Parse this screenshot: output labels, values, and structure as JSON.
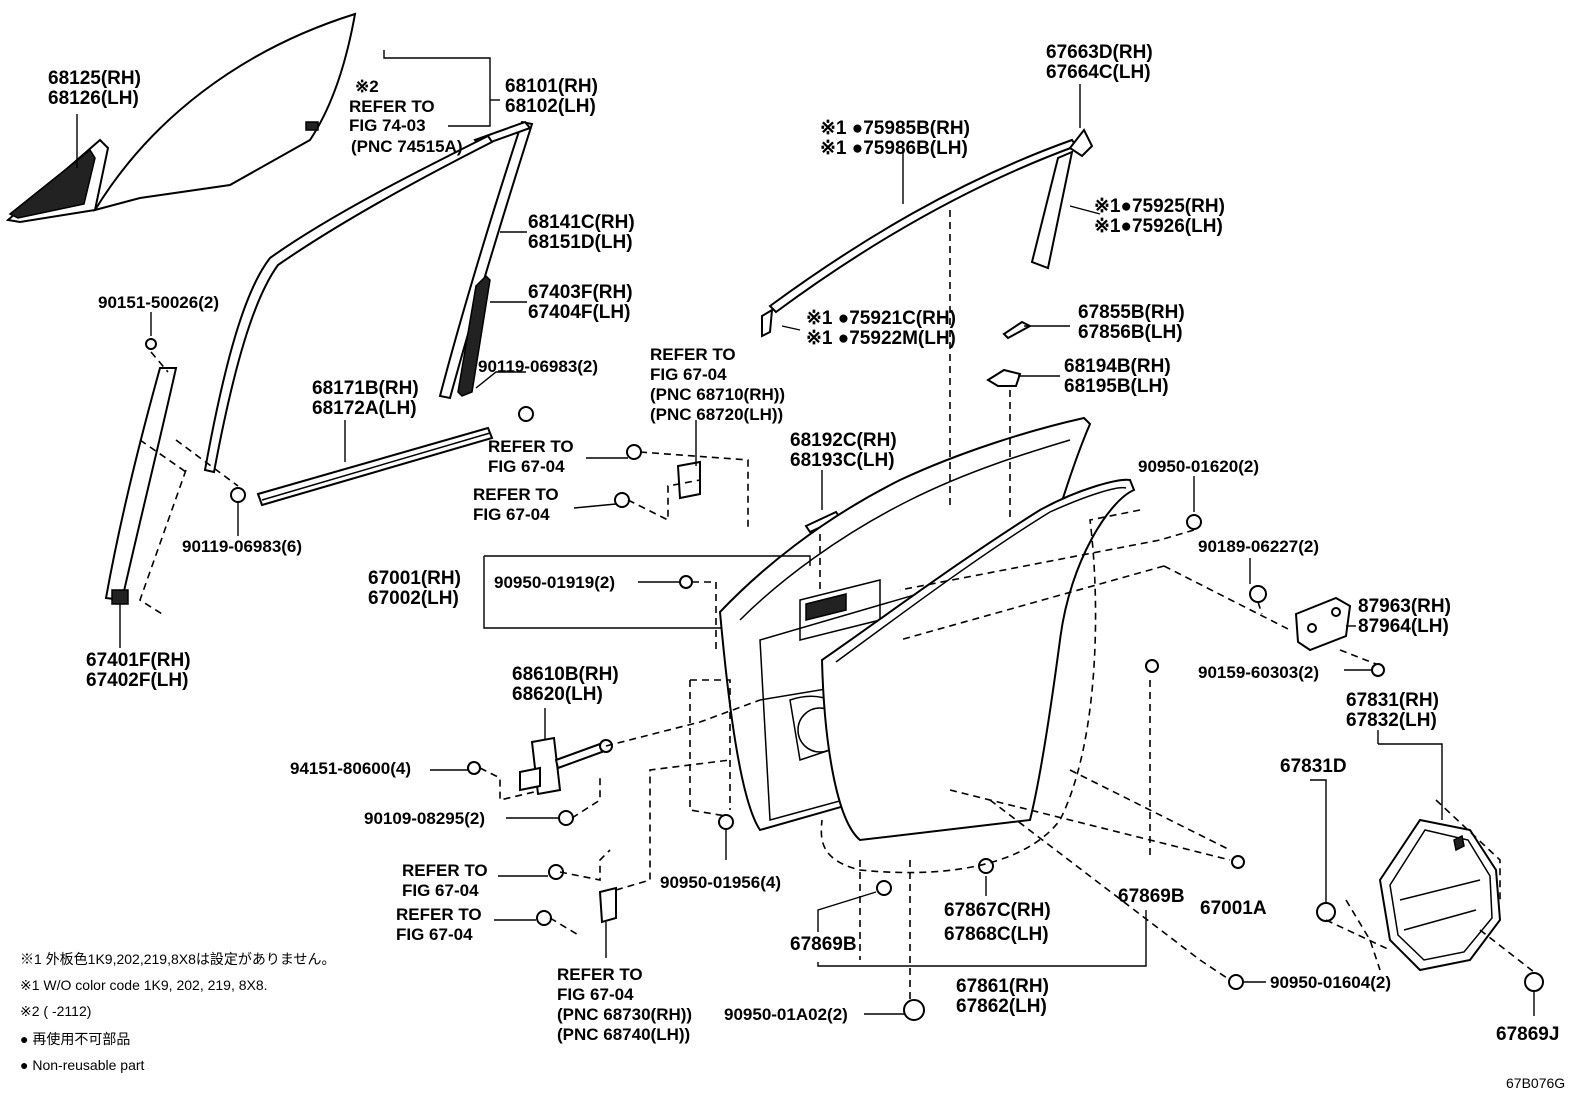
{
  "diagram": {
    "figure_code": "67B076G",
    "labels": {
      "p68125": "68125(RH)",
      "p68126": "68126(LH)",
      "note2_mark": "※2",
      "note2_refer": "REFER TO",
      "note2_fig": "FIG 74-03",
      "note2_pnc": "(PNC 74515A)",
      "p68101": "68101(RH)",
      "p68102": "68102(LH)",
      "p68141": "68141C(RH)",
      "p68151": "68151D(LH)",
      "p67403": "67403F(RH)",
      "p67404": "67404F(LH)",
      "p90119_2": "90119-06983(2)",
      "p90151": "90151-50026(2)",
      "p68171": "68171B(RH)",
      "p68172": "68172A(LH)",
      "p90119_6": "90119-06983(6)",
      "p67401": "67401F(RH)",
      "p67402": "67402F(LH)",
      "p67663": "67663D(RH)",
      "p67664": "67664C(LH)",
      "p75985": "※1 ●75985B(RH)",
      "p75986": "※1 ●75986B(LH)",
      "p75925": "※1●75925(RH)",
      "p75926": "※1●75926(LH)",
      "p75921": "※1 ●75921C(RH)",
      "p75922": "※1 ●75922M(LH)",
      "p67855": "67855B(RH)",
      "p67856": "67856B(LH)",
      "p68194": "68194B(RH)",
      "p68195": "68195B(LH)",
      "ref_a1": "REFER TO",
      "ref_a2": "FIG 67-04",
      "ref_a3": "(PNC 68710(RH))",
      "ref_a4": "(PNC 68720(LH))",
      "ref_b1": "REFER TO",
      "ref_b2": "FIG 67-04",
      "ref_c1": "REFER TO",
      "ref_c2": "FIG 67-04",
      "p68192": "68192C(RH)",
      "p68193": "68193C(LH)",
      "p90950_01620": "90950-01620(2)",
      "p90189": "90189-06227(2)",
      "p87963": "87963(RH)",
      "p87964": "87964(LH)",
      "p90159": "90159-60303(2)",
      "p67001": "67001(RH)",
      "p67002": "67002(LH)",
      "p90950_01919": "90950-01919(2)",
      "p68610": "68610B(RH)",
      "p68620": "68620(LH)",
      "p94151": "94151-80600(4)",
      "p90109": "90109-08295(2)",
      "p67831": "67831(RH)",
      "p67832": "67832(LH)",
      "p67831D": "67831D",
      "ref_d1": "REFER TO",
      "ref_d2": "FIG 67-04",
      "ref_e1": "REFER TO",
      "ref_e2": "FIG 67-04",
      "p90950_01956": "90950-01956(4)",
      "p67869B_a": "67869B",
      "p67869B_b": "67869B",
      "p67001A": "67001A",
      "p67867": "67867C(RH)",
      "p67868": "67868C(LH)",
      "ref_f1": "REFER TO",
      "ref_f2": "FIG 67-04",
      "ref_f3": "(PNC 68730(RH))",
      "ref_f4": "(PNC 68740(LH))",
      "p90950_01A02": "90950-01A02(2)",
      "p67861": "67861(RH)",
      "p67862": "67862(LH)",
      "p90950_01604": "90950-01604(2)",
      "p67869J": "67869J"
    },
    "notes": {
      "n1_jp": "※1 外板色1K9,202,219,8X8は設定がありません。",
      "n1_en": "※1 W/O color code 1K9, 202, 219, 8X8.",
      "n2": "※2 (     -2112)",
      "legend_jp": "● 再使用不可部品",
      "legend_en": "● Non-reusable part"
    }
  }
}
